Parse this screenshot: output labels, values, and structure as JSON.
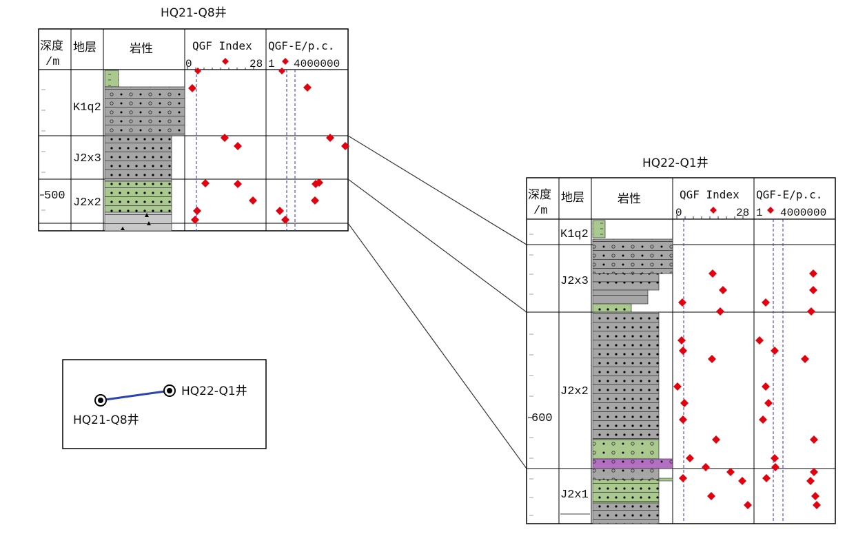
{
  "well_a": {
    "title": "HQ21-Q8井",
    "headers": {
      "depth": "深度",
      "depth_unit": "/m",
      "layer": "地层",
      "lithology": "岩性",
      "qgf": "QGF Index",
      "qgfe": "QGF-E/p.c."
    },
    "qgf_min": "0",
    "qgf_max": "28",
    "qgfe_min": "1",
    "qgfe_max": "4000000",
    "depth_label": "500",
    "layers": [
      "K1q2",
      "J2x3",
      "J2x2"
    ]
  },
  "well_b": {
    "title": "HQ22-Q1井",
    "headers": {
      "depth": "深度",
      "depth_unit": "/m",
      "layer": "地层",
      "lithology": "岩性",
      "qgf": "QGF Index",
      "qgfe": "QGF-E/p.c."
    },
    "qgf_min": "0",
    "qgf_max": "28",
    "qgfe_min": "1",
    "qgfe_max": "4000000",
    "depth_label": "600",
    "layers": [
      "K1q2",
      "J2x3",
      "J2x2",
      "J2x1"
    ]
  },
  "location_map": {
    "well_a_label": "HQ21-Q8井",
    "well_b_label": "HQ22-Q1井"
  },
  "colors": {
    "sandstone_gray": "#a6a6a6",
    "green_bed": "#a9c98f",
    "purple_bed": "#b36fc2",
    "marker_red": "#e3000f",
    "dashed_blue": "#2a2ad0",
    "map_line_blue": "#2b44b0"
  }
}
